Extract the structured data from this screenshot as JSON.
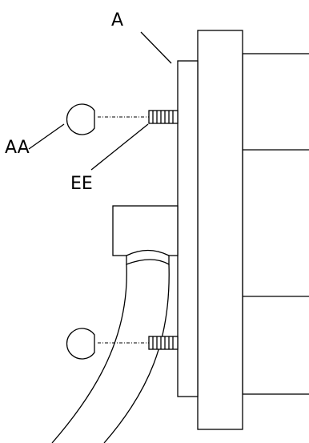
{
  "labels": {
    "a": "A",
    "aa": "AA",
    "ee": "EE"
  }
}
